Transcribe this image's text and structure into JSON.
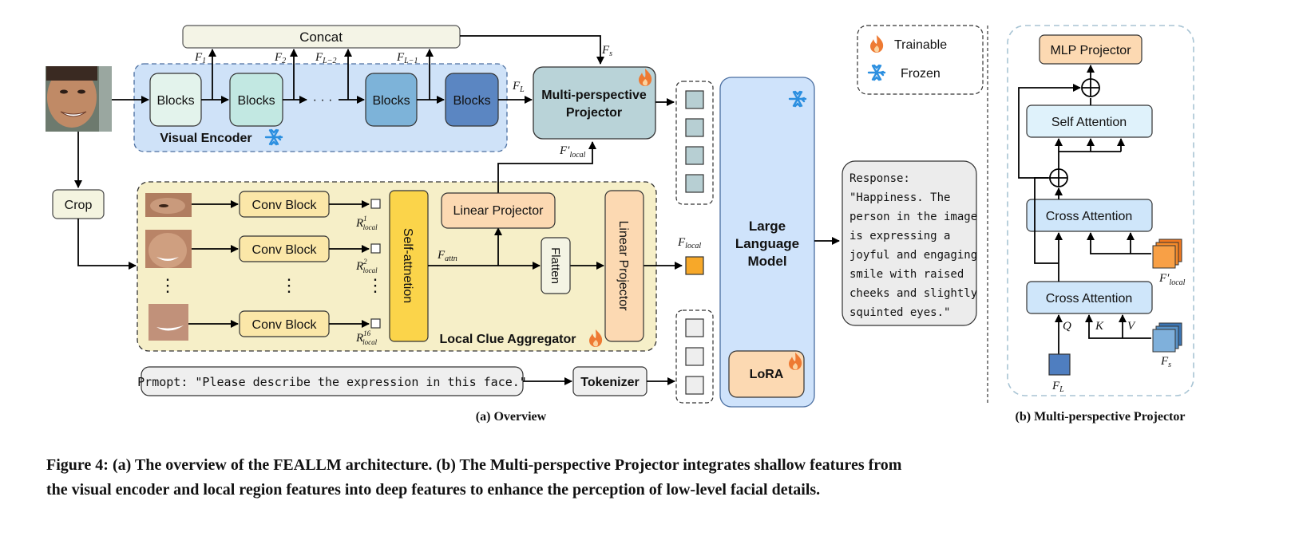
{
  "figure": {
    "caption_line1": "Figure 4: (a) The overview of the FEALLM architecture. (b) The Multi-perspective Projector integrates shallow features from",
    "caption_line2": "the visual encoder and local region features into deep features to enhance the perception of low-level facial details."
  },
  "overview": {
    "subtitle": "(a) Overview",
    "concat": "Concat",
    "blocks": "Blocks",
    "visual_encoder": "Visual Encoder",
    "crop": "Crop",
    "conv_block": "Conv Block",
    "self_attention_vertical": "Self-attnetion",
    "linear_projector": "Linear Projector",
    "flatten": "Flatten",
    "local_clue_aggregator": "Local Clue Aggregator",
    "mpp_line1": "Multi-perspective",
    "mpp_line2": "Projector",
    "llm_line1": "Large",
    "llm_line2": "Language",
    "llm_line3": "Model",
    "lora": "LoRA",
    "prompt": "Prmopt: \"Please describe the expression in this face.\"",
    "tokenizer": "Tokenizer",
    "response_lines": [
      "Response:",
      "\"Happiness. The",
      "person in the image",
      "is expressing a",
      "joyful and engaging",
      "smile with raised",
      "cheeks and slightly",
      "squinted eyes.\""
    ],
    "legend_trainable": "Trainable",
    "legend_frozen": "Frozen",
    "vdots": "⋮",
    "hdots": "· · ·",
    "feat": {
      "F1": "F",
      "F1_sub": "1",
      "F2": "F",
      "F2_sub": "2",
      "FL2": "F",
      "FL2_sub": "L−2",
      "FL1": "F",
      "FL1_sub": "L−1",
      "FL": "F",
      "FL_sub": "L",
      "Fs": "F",
      "Fs_sub": "s",
      "Flocal_p": "F′",
      "Flocal_p_sub": "local",
      "Fattn": "F",
      "Fattn_sub": "attn",
      "Flocal": "F",
      "Flocal_sub": "local",
      "R": "R",
      "R_sub": "local",
      "R_sup1": "1",
      "R_sup2": "2",
      "R_sup3": "16"
    }
  },
  "mpp_detail": {
    "subtitle": "(b) Multi-perspective Projector",
    "mlp_projector": "MLP Projector",
    "self_attention": "Self Attention",
    "cross_attention": "Cross Attention",
    "q": "Q",
    "k": "K",
    "v": "V",
    "FL": "F",
    "FL_sub": "L",
    "Fs": "F",
    "Fs_sub": "s",
    "Flp": "F′",
    "Flp_sub": "local"
  },
  "icons": [
    "fire-icon",
    "snowflake-icon",
    "face-thumbnail",
    "oplus-icon",
    "feature-stack-icon"
  ],
  "colors": {
    "encoder_bg": "#cfe2f8",
    "aggregator_bg": "#f6efc8",
    "llm_bg": "#cfe3fb",
    "orange": "#f0a030",
    "fire": "#ee7a33",
    "snow": "#2b8fe0",
    "conv": "#fbe7a8",
    "peach": "#fcd9b2",
    "cross": "#cfe6fa"
  }
}
